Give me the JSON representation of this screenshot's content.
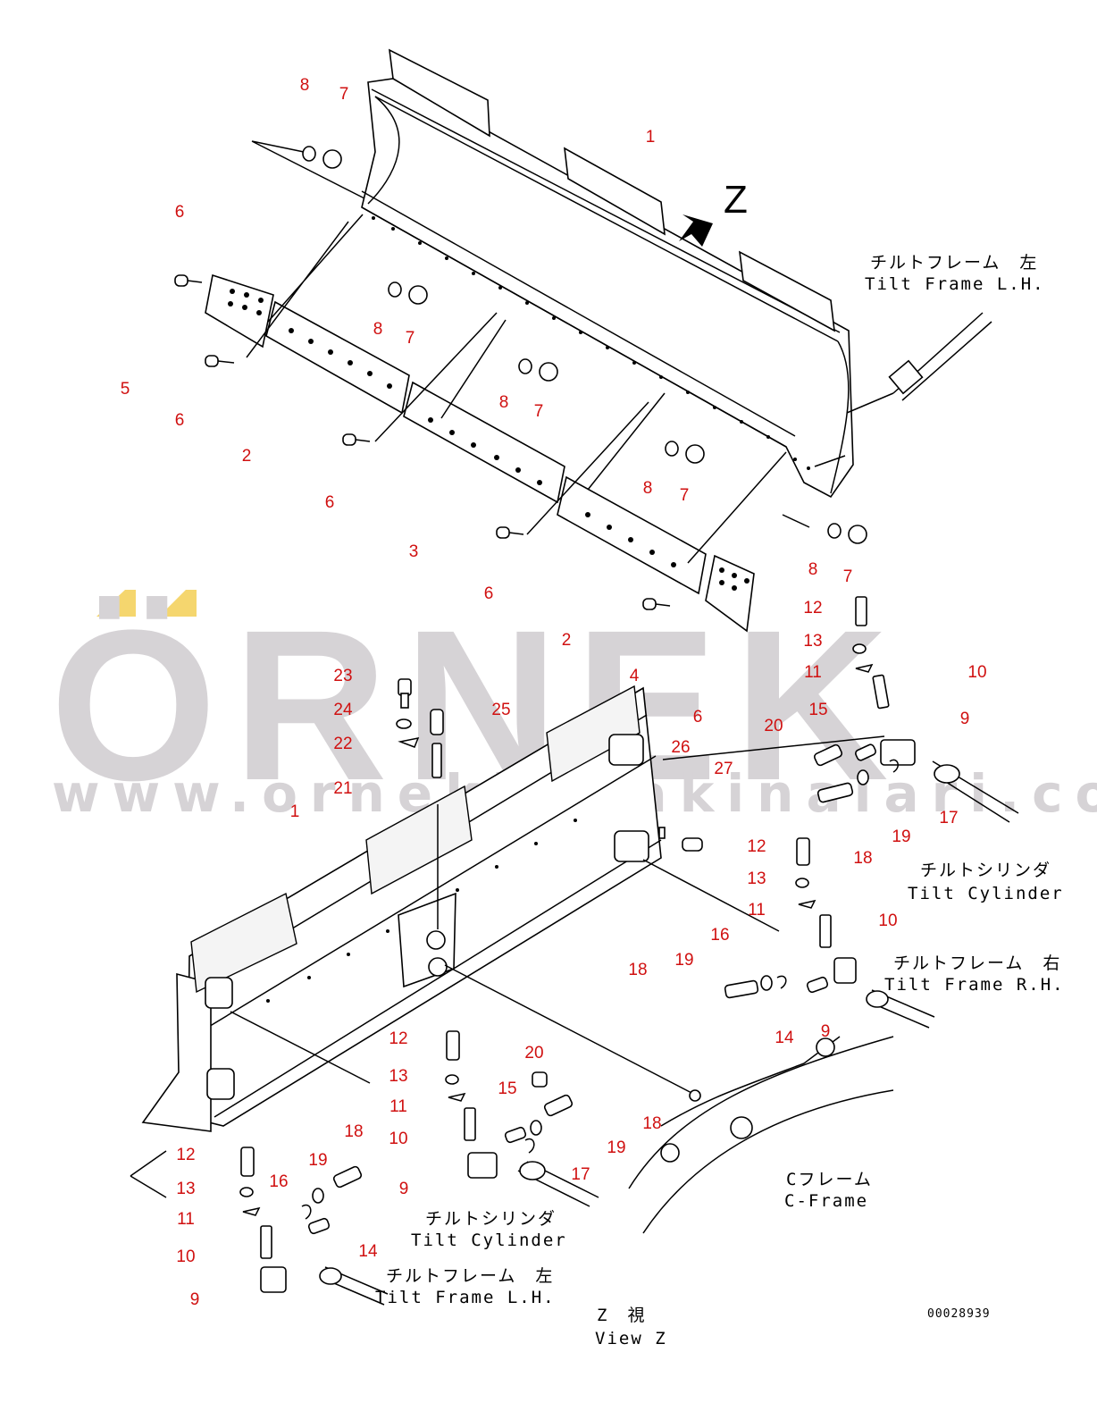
{
  "watermark": {
    "brand": "ÖRNEK",
    "url": "www.ornekismakinalari.com.tr",
    "accent_color": "#f5d66e",
    "text_color": "#d6d3d6"
  },
  "drawing_code": "00028939",
  "view_arrow_label": "Z",
  "view_caption": {
    "jp": "Z　視",
    "en": "View Z"
  },
  "captions": {
    "tilt_frame_lh_top": {
      "jp": "チルトフレーム　左",
      "en": "Tilt Frame L.H."
    },
    "tilt_cylinder_right": {
      "jp": "チルトシリンダ",
      "en": "Tilt Cylinder"
    },
    "tilt_frame_rh": {
      "jp": "チルトフレーム　右",
      "en": "Tilt Frame R.H."
    },
    "c_frame": {
      "jp": "Cフレーム",
      "en": "C-Frame"
    },
    "tilt_cylinder_bottom": {
      "jp": "チルトシリンダ",
      "en": "Tilt Cylinder"
    },
    "tilt_frame_lh_bottom": {
      "jp": "チルトフレーム　左",
      "en": "Tilt Frame L.H."
    }
  },
  "callouts": [
    "8",
    "7",
    "1",
    "6",
    "5",
    "6",
    "8",
    "7",
    "8",
    "7",
    "2",
    "6",
    "8",
    "7",
    "8",
    "7",
    "3",
    "6",
    "2",
    "4",
    "6",
    "12",
    "13",
    "11",
    "10",
    "23",
    "24",
    "25",
    "22",
    "21",
    "1",
    "26",
    "27",
    "15",
    "9",
    "20",
    "17",
    "18",
    "19",
    "12",
    "13",
    "11",
    "10",
    "16",
    "19",
    "18",
    "14",
    "9",
    "12",
    "20",
    "13",
    "15",
    "18",
    "11",
    "19",
    "10",
    "17",
    "9",
    "12",
    "18",
    "19",
    "13",
    "16",
    "11",
    "14",
    "10",
    "9"
  ]
}
